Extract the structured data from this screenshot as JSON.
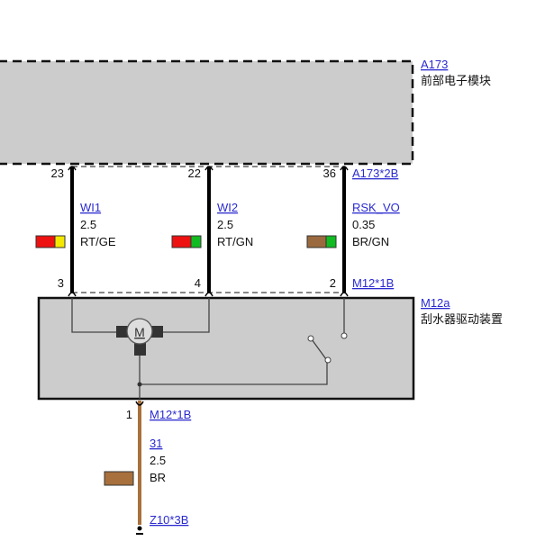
{
  "modules": {
    "front_module": {
      "id": "A173",
      "name": "前部电子模块",
      "connector": "A173*2B"
    },
    "wiper_drive": {
      "id": "M12a",
      "name": "刮水器驱动装置",
      "connector": "M12*1B"
    }
  },
  "motor_symbol": "M",
  "wires": [
    {
      "name": "WI1",
      "gauge": "2.5",
      "color": "RT/GE",
      "pin_top": "23",
      "pin_bottom": "3",
      "swatch": [
        "#ee1111",
        "#f5e800"
      ]
    },
    {
      "name": "WI2",
      "gauge": "2.5",
      "color": "RT/GN",
      "pin_top": "22",
      "pin_bottom": "4",
      "swatch": [
        "#ee1111",
        "#11bb22"
      ]
    },
    {
      "name": "RSK_VO",
      "gauge": "0.35",
      "color": "BR/GN",
      "pin_top": "36",
      "pin_bottom": "2",
      "swatch": [
        "#9a6a3e",
        "#11bb22"
      ]
    }
  ],
  "ground_wire": {
    "name": "31",
    "gauge": "2.5",
    "color": "BR",
    "pin": "1",
    "connector_top": "M12*1B",
    "connector_bottom": "Z10*3B",
    "swatch": "#a8703c"
  }
}
